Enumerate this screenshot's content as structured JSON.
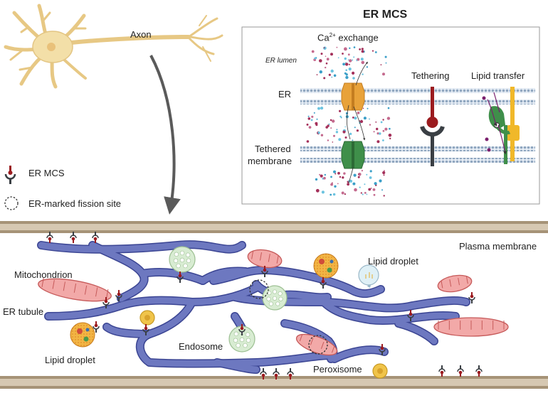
{
  "neuron": {
    "axon_label": "Axon"
  },
  "inset": {
    "title": "ER MCS",
    "ca_exchange": {
      "prefix": "Ca",
      "sup": "2+",
      "suffix": " exchange"
    },
    "er_lumen": "ER lumen",
    "er": "ER",
    "tethered_membrane_line1": "Tethered",
    "tethered_membrane_line2": "membrane",
    "tethering": "Tethering",
    "lipid_transfer": "Lipid transfer"
  },
  "legend": {
    "er_mcs": "ER MCS",
    "fission_site": "ER-marked fission site"
  },
  "main": {
    "plasma_membrane": "Plasma membrane",
    "mitochondrion": "Mitochondrion",
    "lipid_droplet_top": "Lipid droplet",
    "er_tubule": "ER tubule",
    "lipid_droplet_bottom": "Lipid droplet",
    "endosome": "Endosome",
    "peroxisome": "Peroxisome"
  },
  "colors": {
    "neuron": "#f3dfa8",
    "neuron_outline": "#e0c27a",
    "er": "#6d78c0",
    "er_outline": "#3b4593",
    "membrane": "#8fa6bf",
    "mito": "#f2a9a8",
    "mito_outline": "#c65a5a",
    "endosome": "#d8ecd2",
    "plasma": "#c9b9a0",
    "plasma_dark": "#a69377",
    "tether_red": "#9b1b1f",
    "channel_orange": "#e8a23a",
    "channel_green": "#3f8f4a",
    "lipid_yellow": "#f0b82a",
    "arrow_grey": "#666666"
  }
}
